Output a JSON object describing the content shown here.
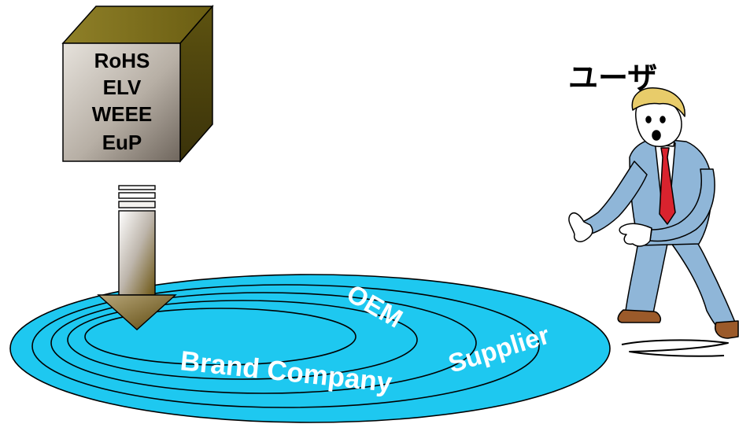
{
  "regulation_box": {
    "lines": [
      "RoHS",
      "ELV",
      "WEEE",
      "EuP"
    ]
  },
  "user_label": "ユーザ",
  "rings": {
    "oem": "OEM",
    "brand_company": "Brand Company",
    "supplier": "Supplier"
  },
  "colors": {
    "disc_fill": "#1ec8f0",
    "box_front": "#9a9186",
    "box_side": "#6b5f1f",
    "suit": "#8fb6d8",
    "tie": "#d9232e",
    "text_on_disc": "#ffffff"
  },
  "icons": {
    "box": "regulation-cube-icon",
    "arrow": "down-arrow-icon",
    "person": "surprised-businessman-icon"
  }
}
